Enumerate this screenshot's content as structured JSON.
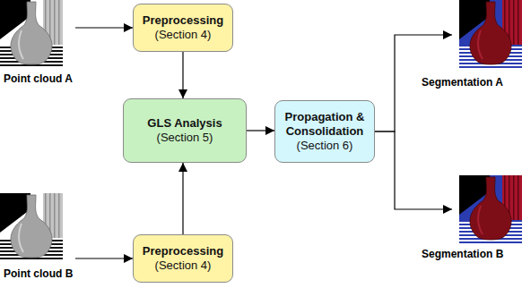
{
  "diagram": {
    "nodes": [
      {
        "text": [
          "Point cloud A"
        ]
      },
      {
        "text": [
          "Point cloud B"
        ]
      },
      {
        "text": [
          "Preprocessing",
          "(Section 4)"
        ]
      },
      {
        "text": [
          "Preprocessing",
          "(Section 4)"
        ]
      },
      {
        "text": [
          "GLS Analysis",
          "(Section 5)"
        ]
      },
      {
        "text": [
          "Propagation & Consolidation",
          "(Section 6)"
        ]
      },
      {
        "text": [
          "Segmentation A"
        ]
      },
      {
        "text": [
          "Segmentation B"
        ]
      }
    ],
    "edges": [
      {
        "from": 0,
        "to": 2,
        "arrow": "to"
      },
      {
        "from": 1,
        "to": 3,
        "arrow": "to"
      },
      {
        "from": 2,
        "to": 4,
        "arrow": "to"
      },
      {
        "from": 3,
        "to": 4,
        "arrow": "to"
      },
      {
        "from": 4,
        "to": 5,
        "arrow": "to"
      },
      {
        "from": 5,
        "to": 6,
        "arrow": "to"
      },
      {
        "from": 5,
        "to": 7,
        "arrow": "to"
      }
    ]
  }
}
